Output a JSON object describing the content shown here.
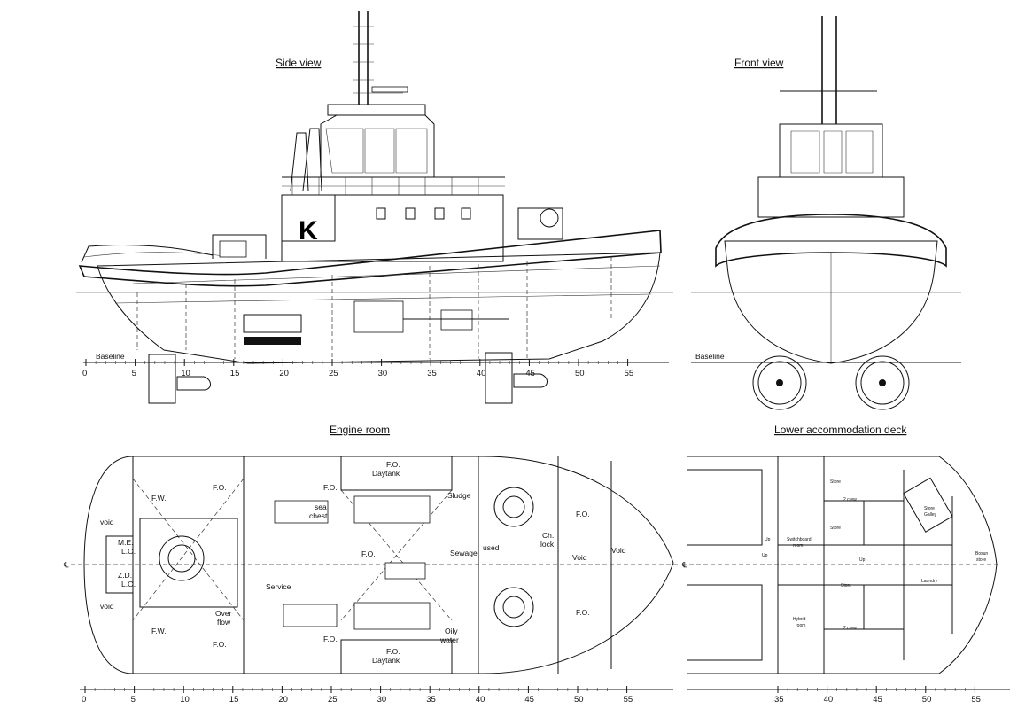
{
  "views": {
    "side": "Side view",
    "front": "Front view",
    "engine": "Engine room",
    "lower": "Lower accommodation deck"
  },
  "side_view": {
    "baseline": "Baseline",
    "logo": "K"
  },
  "front_view": {
    "baseline": "Baseline"
  },
  "engine_room": {
    "fo": "F.O.",
    "daytank_label": "F.O.\nDaytank",
    "fw": "F.W.",
    "void": "void",
    "void_cap": "Void",
    "me_lo": "M.E.\nL.O.",
    "zd_lo": "Z.D.\nL.O.",
    "sea_chest": "sea\nchest",
    "sludge": "Sludge",
    "sewage": "Sewage",
    "used": "used",
    "ch_lock": "Ch.\nlock",
    "service": "Service",
    "overflow": "Over\nflow",
    "oily_water": "Oily\nwater",
    "cl": "℄"
  },
  "lower_deck": {
    "store": "Store",
    "crew2": "2 crew",
    "switchboard": "Switchboard\nroom",
    "hybrid": "Hybrid\nroom",
    "store_galley": "Store\nGalley",
    "laundry": "Laundry",
    "bosun": "Bosun\nstore",
    "up": "Up",
    "cl": "℄"
  },
  "scales": {
    "side_ticks": [
      "0",
      "5",
      "10",
      "15",
      "20",
      "25",
      "30",
      "35",
      "40",
      "45",
      "50",
      "55"
    ],
    "engine_ticks": [
      "0",
      "5",
      "10",
      "15",
      "20",
      "25",
      "30",
      "35",
      "40",
      "45",
      "50",
      "55"
    ],
    "lower_ticks": [
      "35",
      "40",
      "45",
      "50",
      "55"
    ]
  }
}
